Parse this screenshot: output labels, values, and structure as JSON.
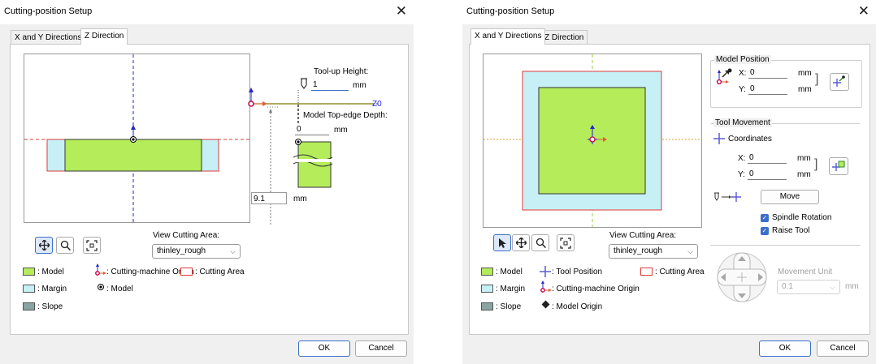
{
  "left": {
    "title": "Cutting-position Setup",
    "tabs": [
      "X and Y Directions",
      "Z Direction"
    ],
    "active_tab": "Z Direction",
    "tool_up_height_label": "Tool-up Height:",
    "tool_up_height_value": "1",
    "tool_up_height_unit": "mm",
    "z0_label": "Z0",
    "model_top_edge_depth_label": "Model Top-edge Depth:",
    "model_top_edge_depth_value": "0",
    "model_top_edge_depth_unit": "mm",
    "depth_value": "9.1",
    "depth_unit": "mm",
    "view_cutting_area_label": "View Cutting Area:",
    "view_cutting_area_value": "thinley_rough",
    "legend": {
      "model": ": Model",
      "margin": ": Margin",
      "slope": ": Slope",
      "cutting_machine_origin": ": Cutting-machine Origin",
      "model_marker": ": Model",
      "cutting_area": ": Cutting Area"
    },
    "ok_label": "OK",
    "cancel_label": "Cancel"
  },
  "right": {
    "title": "Cutting-position Setup",
    "tabs": [
      "X and Y Directions",
      "Z Direction"
    ],
    "active_tab": "X and Y Directions",
    "model_position": {
      "title": "Model Position",
      "x_label": "X:",
      "x_value": "0",
      "y_label": "Y:",
      "y_value": "0",
      "unit": "mm"
    },
    "tool_movement": {
      "title": "Tool Movement",
      "coordinates_label": "Coordinates",
      "x_label": "X:",
      "x_value": "0",
      "y_label": "Y:",
      "y_value": "0",
      "unit": "mm",
      "move_label": "Move",
      "spindle_rotation_label": "Spindle Rotation",
      "raise_tool_label": "Raise Tool",
      "movement_unit_label": "Movement Unit",
      "movement_unit_value": "0.1",
      "movement_unit_unit": "mm"
    },
    "view_cutting_area_label": "View Cutting Area:",
    "view_cutting_area_value": "thinley_rough",
    "legend": {
      "model": ": Model",
      "margin": ": Margin",
      "slope": ": Slope",
      "tool_position": ": Tool Position",
      "cutting_machine_origin": ": Cutting-machine Origin",
      "model_origin": ": Model Origin",
      "cutting_area": ": Cutting Area"
    },
    "ok_label": "OK",
    "cancel_label": "Cancel"
  },
  "colors": {
    "model": "#b4ec5a",
    "margin": "#c6f0f6",
    "slope": "#8aa3a3",
    "cutting_area": "#e03a3a",
    "accent": "#3b6fc9",
    "origin": "#c0004a"
  }
}
